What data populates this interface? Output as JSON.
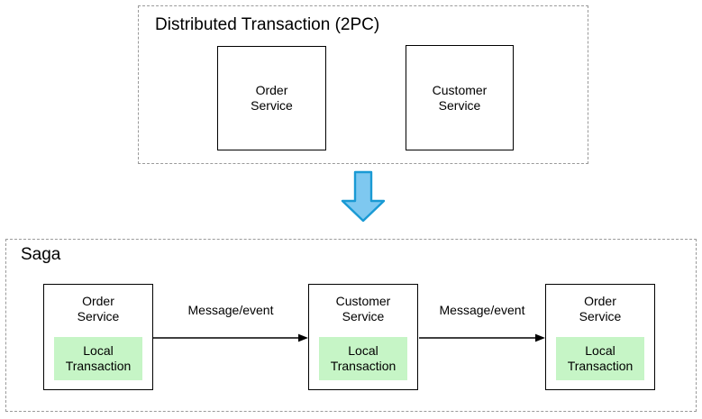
{
  "diagram": {
    "background": "#ffffff",
    "line_color": "#000000",
    "dashed_border_color": "#9a9a9a",
    "highlight_green": "#c6f5c6",
    "arrow_fill": "#7ec8f0",
    "arrow_stroke": "#1a9ad4"
  },
  "two_pc": {
    "title": "Distributed Transaction (2PC)",
    "boxes": [
      {
        "label": "Order\nService"
      },
      {
        "label": "Customer\nService"
      }
    ]
  },
  "transform": {
    "icon": "down-arrow-icon"
  },
  "saga": {
    "title": "Saga",
    "boxes": [
      {
        "label": "Order\nService",
        "local": "Local\nTransaction"
      },
      {
        "label": "Customer\nService",
        "local": "Local\nTransaction"
      },
      {
        "label": "Order\nService",
        "local": "Local\nTransaction"
      }
    ],
    "connectors": [
      {
        "label": "Message/event"
      },
      {
        "label": "Message/event"
      }
    ]
  }
}
